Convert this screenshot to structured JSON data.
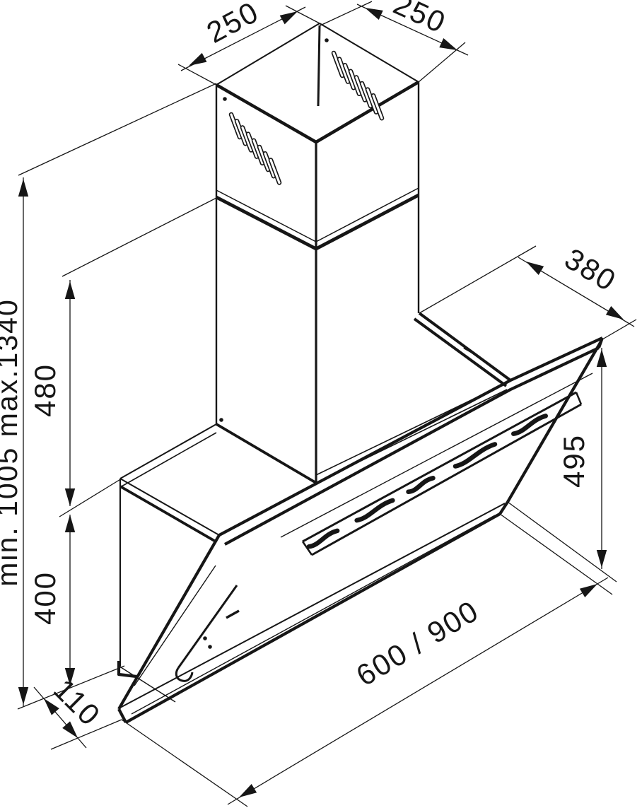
{
  "drawing": {
    "kind": "technical-dimension-drawing",
    "subject": "wall-mounted angled cooker hood with telescopic chimney",
    "units": "mm"
  },
  "colors": {
    "line": "#161616",
    "background": "#ffffff"
  },
  "dimensions": {
    "chimney_top_width_left": "250",
    "chimney_top_width_right": "250",
    "top_plate_depth": "380",
    "overall_height_range": "min. 1005 max.1340",
    "lower_chimney_height": "480",
    "body_back_height": "400",
    "bottom_lip_depth": "110",
    "hood_width_options": "600 / 900",
    "front_panel_height": "495"
  }
}
